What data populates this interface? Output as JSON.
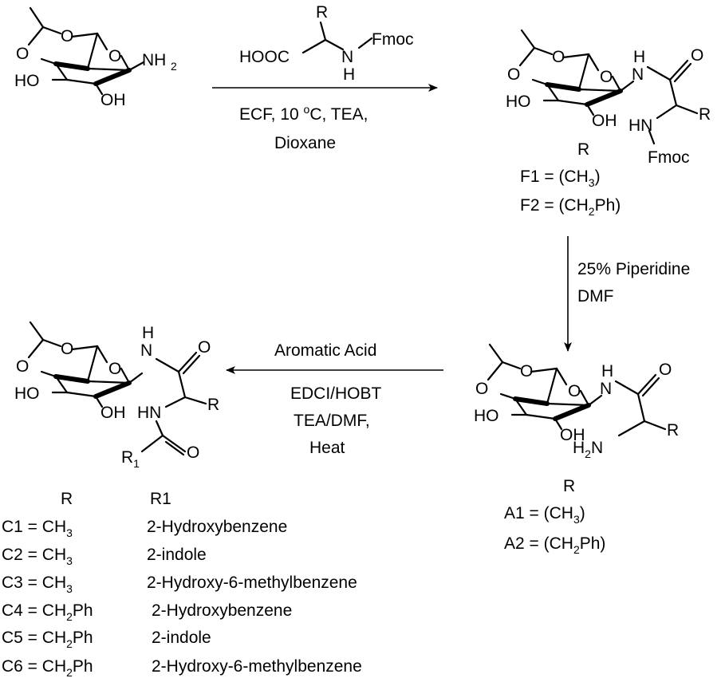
{
  "reagents": {
    "amino_acid": {
      "r": "R",
      "cooh": "HOOC",
      "n": "N",
      "h": "H",
      "fmoc": "Fmoc"
    },
    "step1_conditions": [
      "ECF, 10 ",
      "o",
      "C, TEA,",
      "Dioxane"
    ],
    "step2_conditions": [
      "25% Piperidine",
      "DMF"
    ],
    "step3_conditions": [
      "Aromatic Acid",
      "EDCI/HOBT",
      "TEA/DMF,",
      "Heat"
    ]
  },
  "structures": {
    "ho": "HO",
    "oh": "OH",
    "o": "O",
    "n": "N",
    "h": "H",
    "nh2_n": "NH",
    "nh2_sub": "2",
    "hn": "HN",
    "r": "R",
    "fmoc": "Fmoc",
    "h2n_h": "H",
    "h2n_sub": "2",
    "h2n_n": "N",
    "r1_r": "R",
    "r1_sub": "1"
  },
  "f_series": {
    "header": "R",
    "f1_text": "F1 = (CH",
    "f1_sub": "3",
    "f1_end": ")",
    "f2_text": "F2 = (CH",
    "f2_sub": "2",
    "f2_end": "Ph)"
  },
  "a_series": {
    "header": "R",
    "a1_text": "A1 = (CH",
    "a1_sub": "3",
    "a1_end": ")",
    "a2_text": "A2 = (CH",
    "a2_sub": "2",
    "a2_end": "Ph)"
  },
  "c_series": {
    "header_r": "R",
    "header_r1": "R1",
    "rows": [
      {
        "label": "C1 = CH",
        "sub": "3",
        "end": "",
        "r1": "2-Hydroxybenzene"
      },
      {
        "label": "C2 = CH",
        "sub": "3",
        "end": "",
        "r1": "2-indole"
      },
      {
        "label": "C3 = CH",
        "sub": "3",
        "end": "",
        "r1": "2-Hydroxy-6-methylbenzene"
      },
      {
        "label": "C4 = CH",
        "sub": "2",
        "end": "Ph",
        "r1": "2-Hydroxybenzene"
      },
      {
        "label": "C5 = CH",
        "sub": "2",
        "end": "Ph",
        "r1": "2-indole"
      },
      {
        "label": "C6 = CH",
        "sub": "2",
        "end": "Ph",
        "r1": "2-Hydroxy-6-methylbenzene"
      }
    ]
  }
}
